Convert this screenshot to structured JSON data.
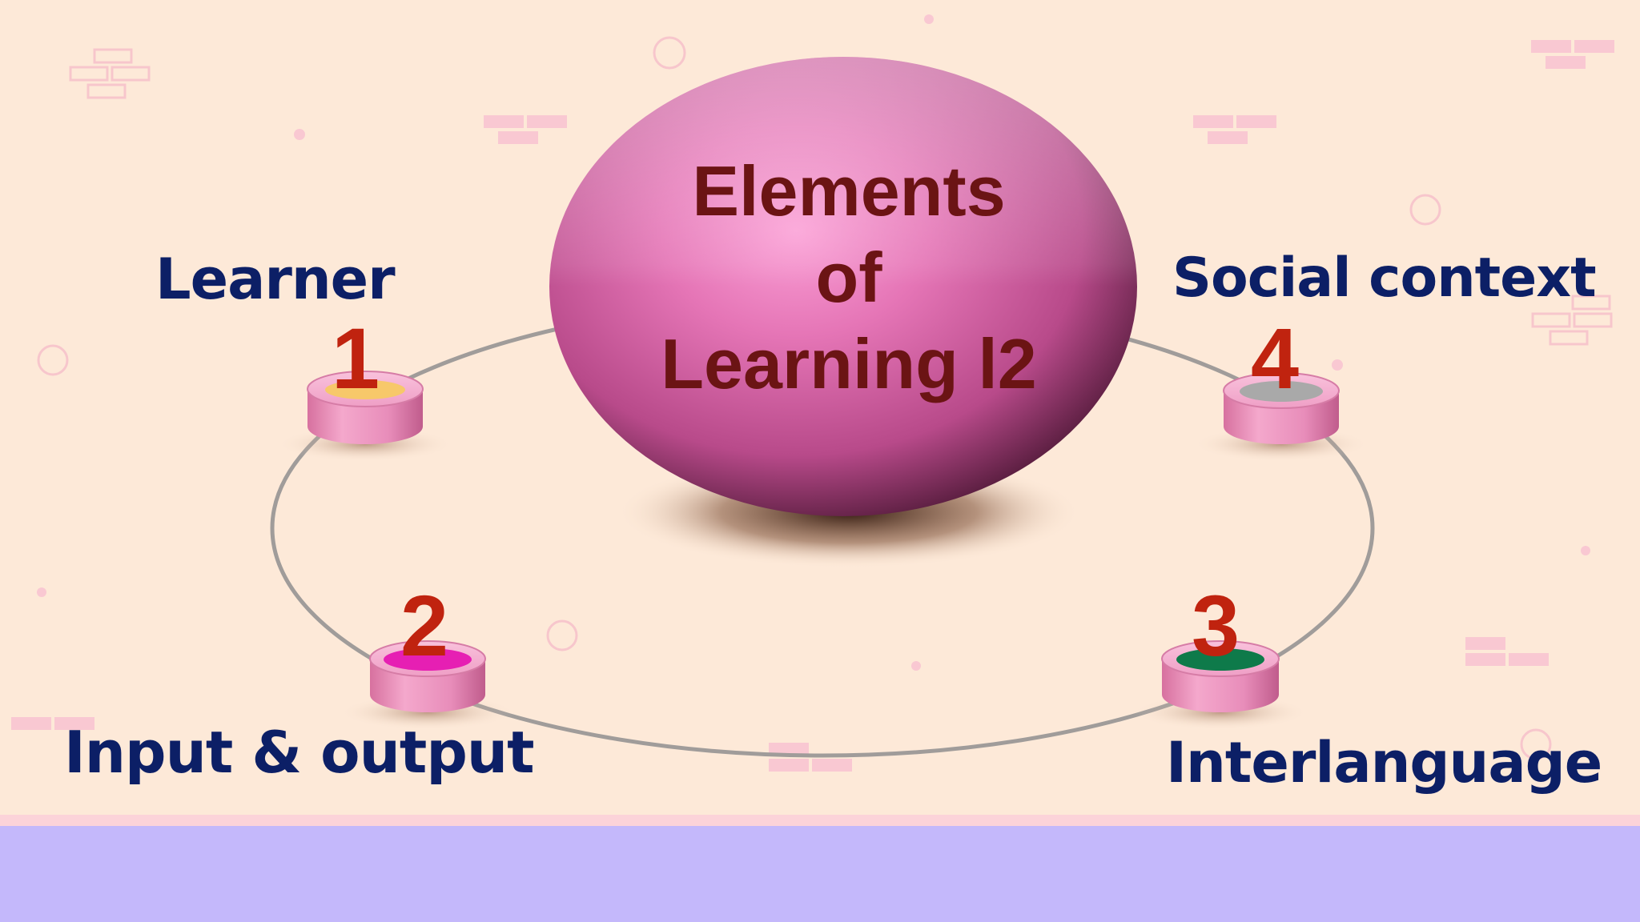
{
  "title": {
    "line1": "Elements",
    "line2": "of",
    "line3": "Learning l2"
  },
  "elements": [
    {
      "number": "1",
      "label": "Learner",
      "color": "#f7c86a"
    },
    {
      "number": "2",
      "label": "Input & output",
      "color": "#e61fb3"
    },
    {
      "number": "3",
      "label": "Interlanguage",
      "color": "#0e7a4a"
    },
    {
      "number": "4",
      "label": "Social context",
      "color": "#a9a9a9"
    }
  ],
  "colors": {
    "background": "#fde9d8",
    "bottom_bar": "#c4b8fb",
    "label_text": "#0c1f66",
    "number_text": "#c0230f",
    "title_text": "#6b1414",
    "sphere": "#e877b9"
  }
}
